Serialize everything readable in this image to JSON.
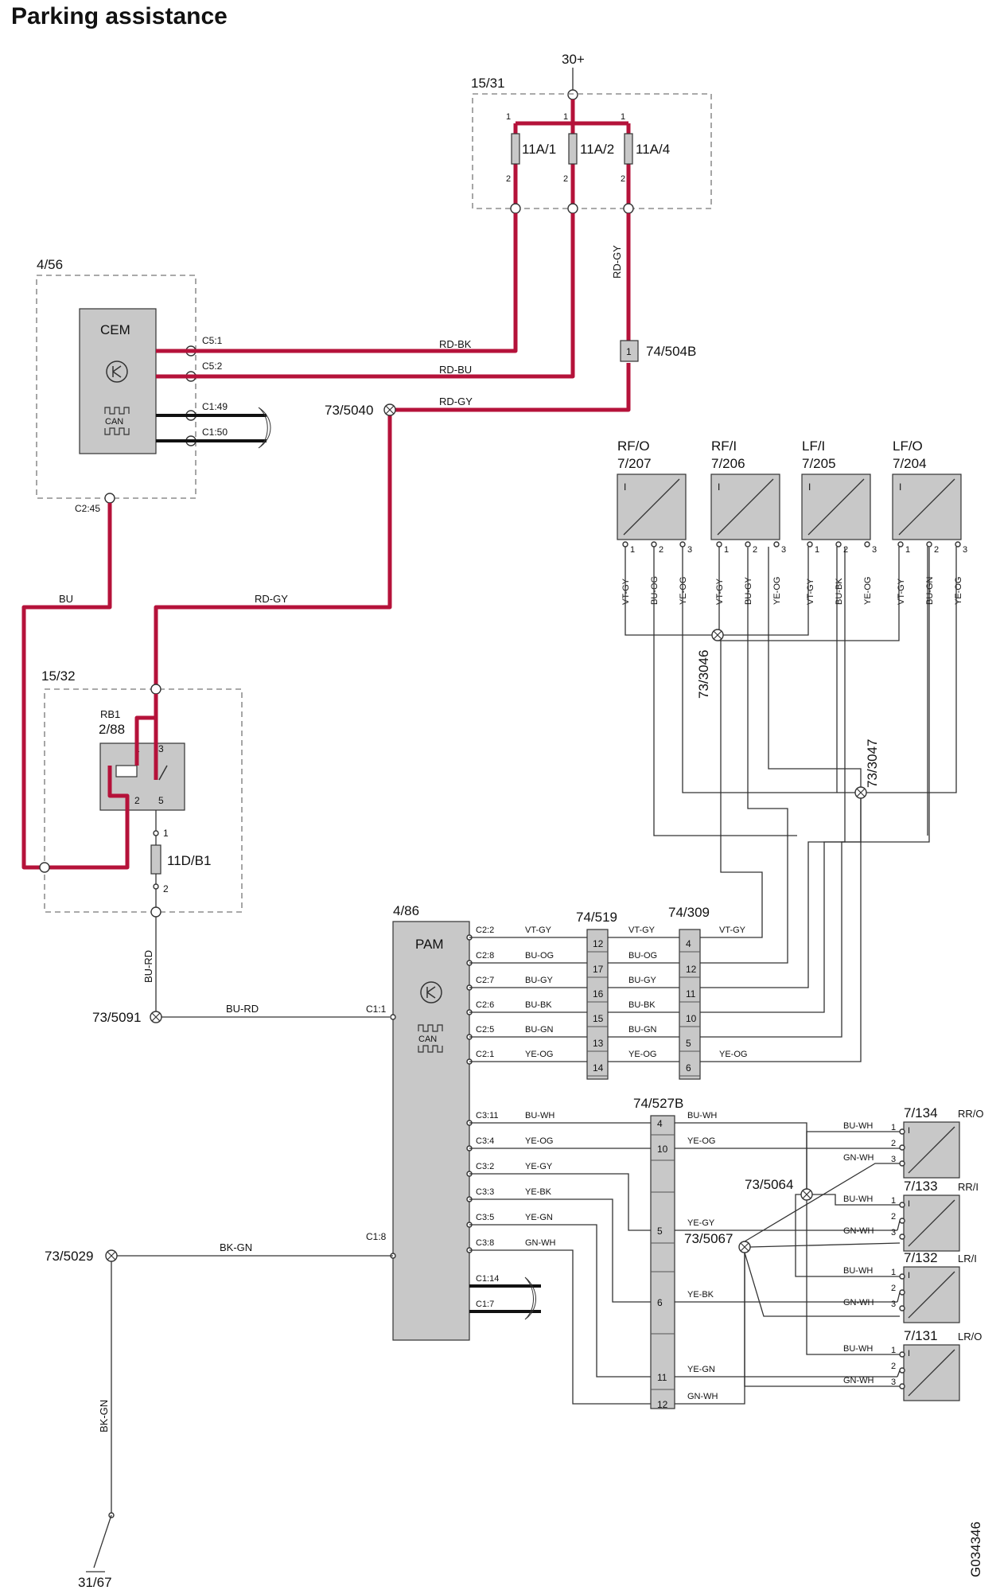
{
  "title": "Parking assistance",
  "image_code": "G034346",
  "supply": "30+",
  "fuse_box_top": {
    "ref": "15/31",
    "fuses": [
      "11A/1",
      "11A/2",
      "11A/4"
    ]
  },
  "cem": {
    "ref": "4/56",
    "label": "CEM",
    "can": "CAN",
    "pins": [
      "C5:1",
      "C5:2",
      "C1:49",
      "C1:50",
      "C2:45"
    ]
  },
  "relay_box": {
    "ref": "15/32",
    "relay_ref": "RB1",
    "relay_id": "2/88",
    "fuse": "11D/B1",
    "pins": [
      "1",
      "2",
      "3",
      "5"
    ]
  },
  "pam": {
    "ref": "4/86",
    "label": "PAM",
    "can": "CAN",
    "pins_left": [
      "C1:1",
      "C1:8"
    ],
    "pins_right": [
      "C2:2",
      "C2:8",
      "C2:7",
      "C2:6",
      "C2:5",
      "C2:1",
      "C3:11",
      "C3:4",
      "C3:2",
      "C3:3",
      "C3:5",
      "C3:8",
      "C1:14",
      "C1:7"
    ]
  },
  "connectors": {
    "c519": "74/519",
    "c309": "74/309",
    "c527": "74/527B",
    "c504": "74/504B"
  },
  "splices": {
    "s5040": "73/5040",
    "s5091": "73/5091",
    "s5029": "73/5029",
    "s3046": "73/3046",
    "s3047": "73/3047",
    "s5064": "73/5064",
    "s5067": "73/5067"
  },
  "ground": "31/67",
  "front_sensors": [
    {
      "pos": "RF/O",
      "ref": "7/207",
      "wires": [
        "VT-GY",
        "BU-OG",
        "YE-OG"
      ]
    },
    {
      "pos": "RF/I",
      "ref": "7/206",
      "wires": [
        "VT-GY",
        "BU-GY",
        "YE-OG"
      ]
    },
    {
      "pos": "LF/I",
      "ref": "7/205",
      "wires": [
        "VT-GY",
        "BU-BK",
        "YE-OG"
      ]
    },
    {
      "pos": "LF/O",
      "ref": "7/204",
      "wires": [
        "VT-GY",
        "BU-GN",
        "YE-OG"
      ]
    }
  ],
  "rear_sensors": [
    {
      "pos": "RR/O",
      "ref": "7/134"
    },
    {
      "pos": "RR/I",
      "ref": "7/133"
    },
    {
      "pos": "LR/I",
      "ref": "7/132"
    },
    {
      "pos": "LR/O",
      "ref": "7/131"
    }
  ],
  "wires": {
    "rd_bk": "RD-BK",
    "rd_bu": "RD-BU",
    "rd_gy": "RD-GY",
    "bu": "BU",
    "bu_rd": "BU-RD",
    "bk_gn": "BK-GN",
    "vt_gy": "VT-GY",
    "bu_og": "BU-OG",
    "bu_gy": "BU-GY",
    "bu_bk": "BU-BK",
    "bu_gn": "BU-GN",
    "ye_og": "YE-OG",
    "bu_wh": "BU-WH",
    "ye_gy": "YE-GY",
    "ye_bk": "YE-BK",
    "ye_gn": "YE-GN",
    "gn_wh": "GN-WH"
  },
  "pins_519": [
    "12",
    "17",
    "16",
    "15",
    "13",
    "14"
  ],
  "pins_309": [
    "4",
    "12",
    "11",
    "10",
    "5",
    "6"
  ],
  "pins_527": [
    "4",
    "10",
    "5",
    "6",
    "11",
    "12"
  ]
}
